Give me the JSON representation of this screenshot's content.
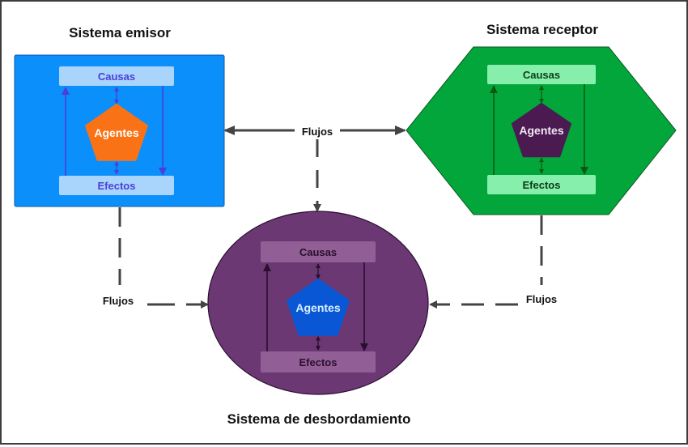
{
  "diagram": {
    "systems": {
      "emitter": {
        "title": "Sistema emisor",
        "shape": "rectangle",
        "fill": "#0a8ffb",
        "box_fill": "#a9d4fb",
        "box_text": "#4b3fd8",
        "arrow_color": "#4b3fd8",
        "agent_fill": "#f97316",
        "agent_text": "#ffffff",
        "causes": "Causas",
        "agents": "Agentes",
        "effects": "Efectos"
      },
      "receptor": {
        "title": "Sistema receptor",
        "shape": "hexagon",
        "fill": "#03a63b",
        "box_fill": "#86efac",
        "box_text": "#0b3d16",
        "arrow_color": "#0c5a12",
        "agent_fill": "#4a1a50",
        "agent_text": "#f3e8f5",
        "causes": "Causas",
        "agents": "Agentes",
        "effects": "Efectos"
      },
      "overflow": {
        "title": "Sistema de desbordamiento",
        "shape": "ellipse",
        "fill": "#6b3873",
        "box_fill": "#915f96",
        "box_text": "#2a0f30",
        "arrow_color": "#2a0f30",
        "agent_fill": "#0a57d6",
        "agent_text": "#d6f1ff",
        "causes": "Causas",
        "agents": "Agentes",
        "effects": "Efectos"
      }
    },
    "flows": {
      "top": "Flujos",
      "left": "Flujos",
      "right": "Flujos",
      "connector_color": "#444444"
    }
  }
}
